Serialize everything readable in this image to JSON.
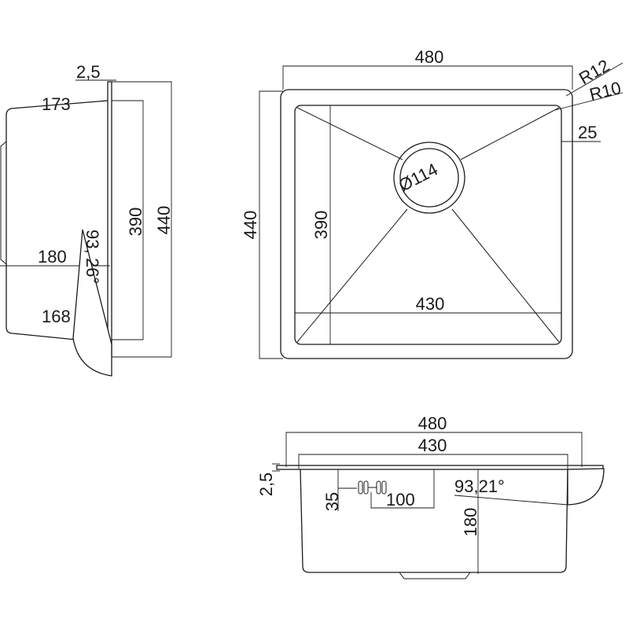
{
  "side_view": {
    "flange_thickness": "2,5",
    "top_depth": "173",
    "inner_height": "390",
    "outer_height": "440",
    "mid_depth": "180",
    "wall_angle_value": "93,",
    "wall_angle_decimal": "26°",
    "bottom_depth": "168"
  },
  "top_view": {
    "outer_width": "480",
    "outer_radius": "R12",
    "inner_radius": "R10",
    "flange_width": "25",
    "drain_diameter": "Ø114",
    "outer_height": "440",
    "inner_height": "390",
    "inner_width": "430"
  },
  "front_view": {
    "outer_width": "480",
    "inner_width": "430",
    "flange_thickness": "2,5",
    "overflow_height": "35",
    "overflow_width": "100",
    "wall_angle": "93,21°",
    "depth": "180"
  }
}
